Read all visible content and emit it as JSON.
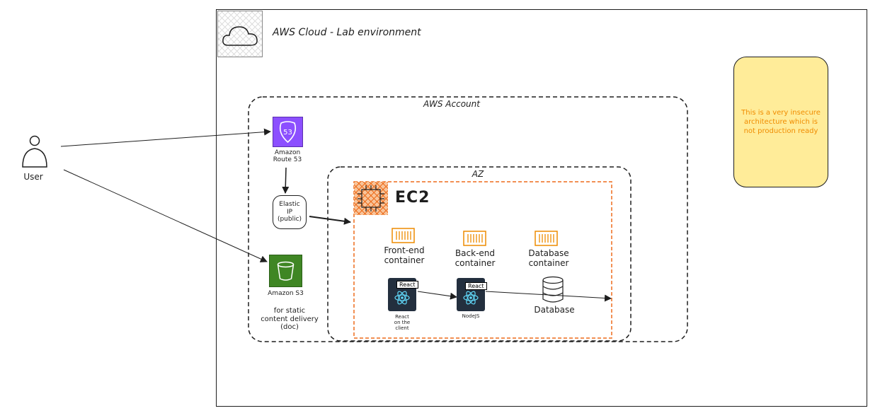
{
  "cloud": {
    "title": "AWS Cloud - Lab environment"
  },
  "account": {
    "label": "AWS Account"
  },
  "az": {
    "label": "AZ"
  },
  "user": {
    "label": "User"
  },
  "route53": {
    "line1": "Amazon",
    "line2": "Route 53",
    "badge": "53"
  },
  "elastic_ip": {
    "line1": "Elastic",
    "line2": "IP",
    "line3": "(public)"
  },
  "s3": {
    "label": "Amazon S3",
    "desc_line1": "for static",
    "desc_line2": "content delivery",
    "desc_line3": "(doc)"
  },
  "ec2": {
    "label": "EC2"
  },
  "containers": [
    {
      "line1": "Front-end",
      "line2": "container"
    },
    {
      "line1": "Back-end",
      "line2": "container"
    },
    {
      "line1": "Database",
      "line2": "container"
    }
  ],
  "frontend": {
    "badge": "React",
    "caption_line1": "React",
    "caption_line2": "on the",
    "caption_line3": "client"
  },
  "backend": {
    "badge": "React",
    "caption": "NodeJS"
  },
  "database": {
    "label": "Database"
  },
  "note": {
    "text": "This is a very insecure architecture which is not production ready"
  },
  "colors": {
    "accent_orange": "#ed6c1b",
    "note_bg": "#ffec99",
    "note_text": "#f08c00",
    "route53": "#8c4fff",
    "s3": "#3f8624"
  }
}
